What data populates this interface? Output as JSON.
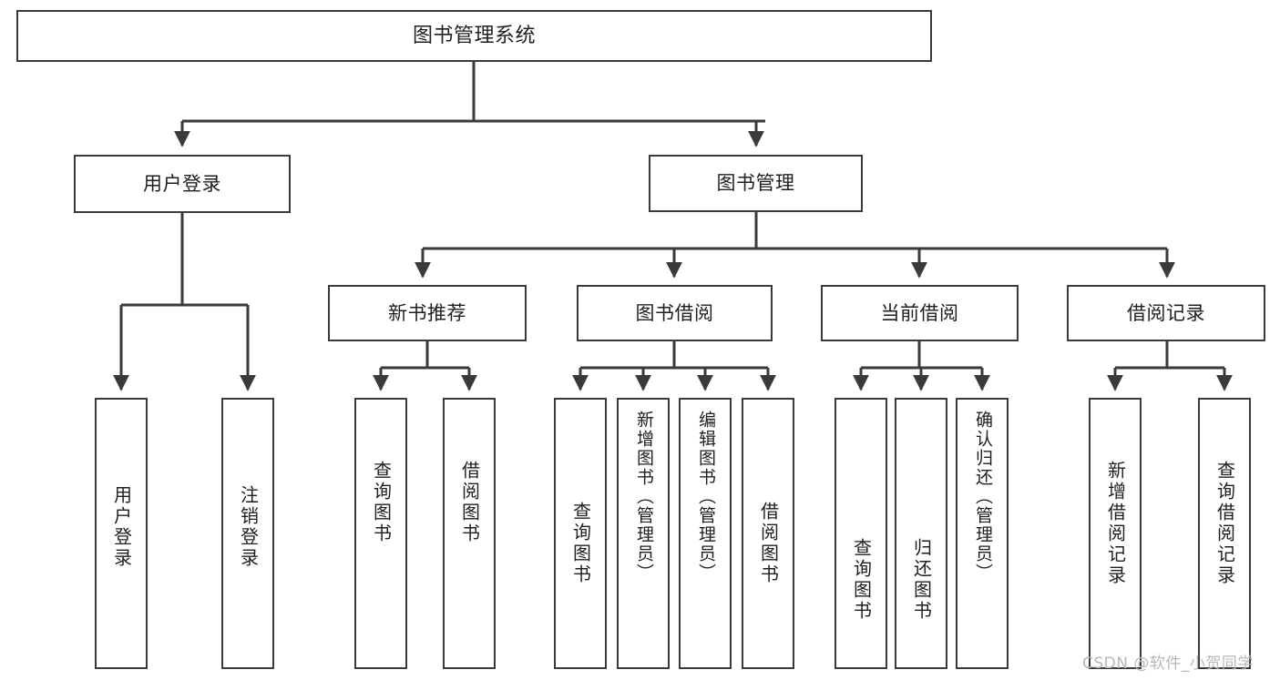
{
  "diagram": {
    "title": "图书管理系统",
    "type": "hierarchy-tree",
    "line_color": "#3a3a3a",
    "box_fill": "#ffffff",
    "text_color": "#1f1f1f"
  },
  "root": {
    "label": "图书管理系统"
  },
  "level1": [
    {
      "label": "用户登录"
    },
    {
      "label": "图书管理"
    }
  ],
  "level2": [
    {
      "label": "新书推荐"
    },
    {
      "label": "图书借阅"
    },
    {
      "label": "当前借阅"
    },
    {
      "label": "借阅记录"
    }
  ],
  "leaves": {
    "user_login": [
      {
        "label": "用户登录"
      },
      {
        "label": "注销登录"
      }
    ],
    "new_book_recommend": [
      {
        "label": "查询图书"
      },
      {
        "label": "借阅图书"
      }
    ],
    "book_borrow": [
      {
        "label": "查询图书"
      },
      {
        "label": "新增图书（管理员）"
      },
      {
        "label": "编辑图书（管理员）"
      },
      {
        "label": "借阅图书"
      }
    ],
    "current_borrow": [
      {
        "label": "查询图书"
      },
      {
        "label": "归还图书"
      },
      {
        "label": "确认归还（管理员）"
      }
    ],
    "borrow_record": [
      {
        "label": "新增借阅记录"
      },
      {
        "label": "查询借阅记录"
      }
    ]
  },
  "watermark": {
    "text": "CSDN @软件_小贺同学"
  }
}
